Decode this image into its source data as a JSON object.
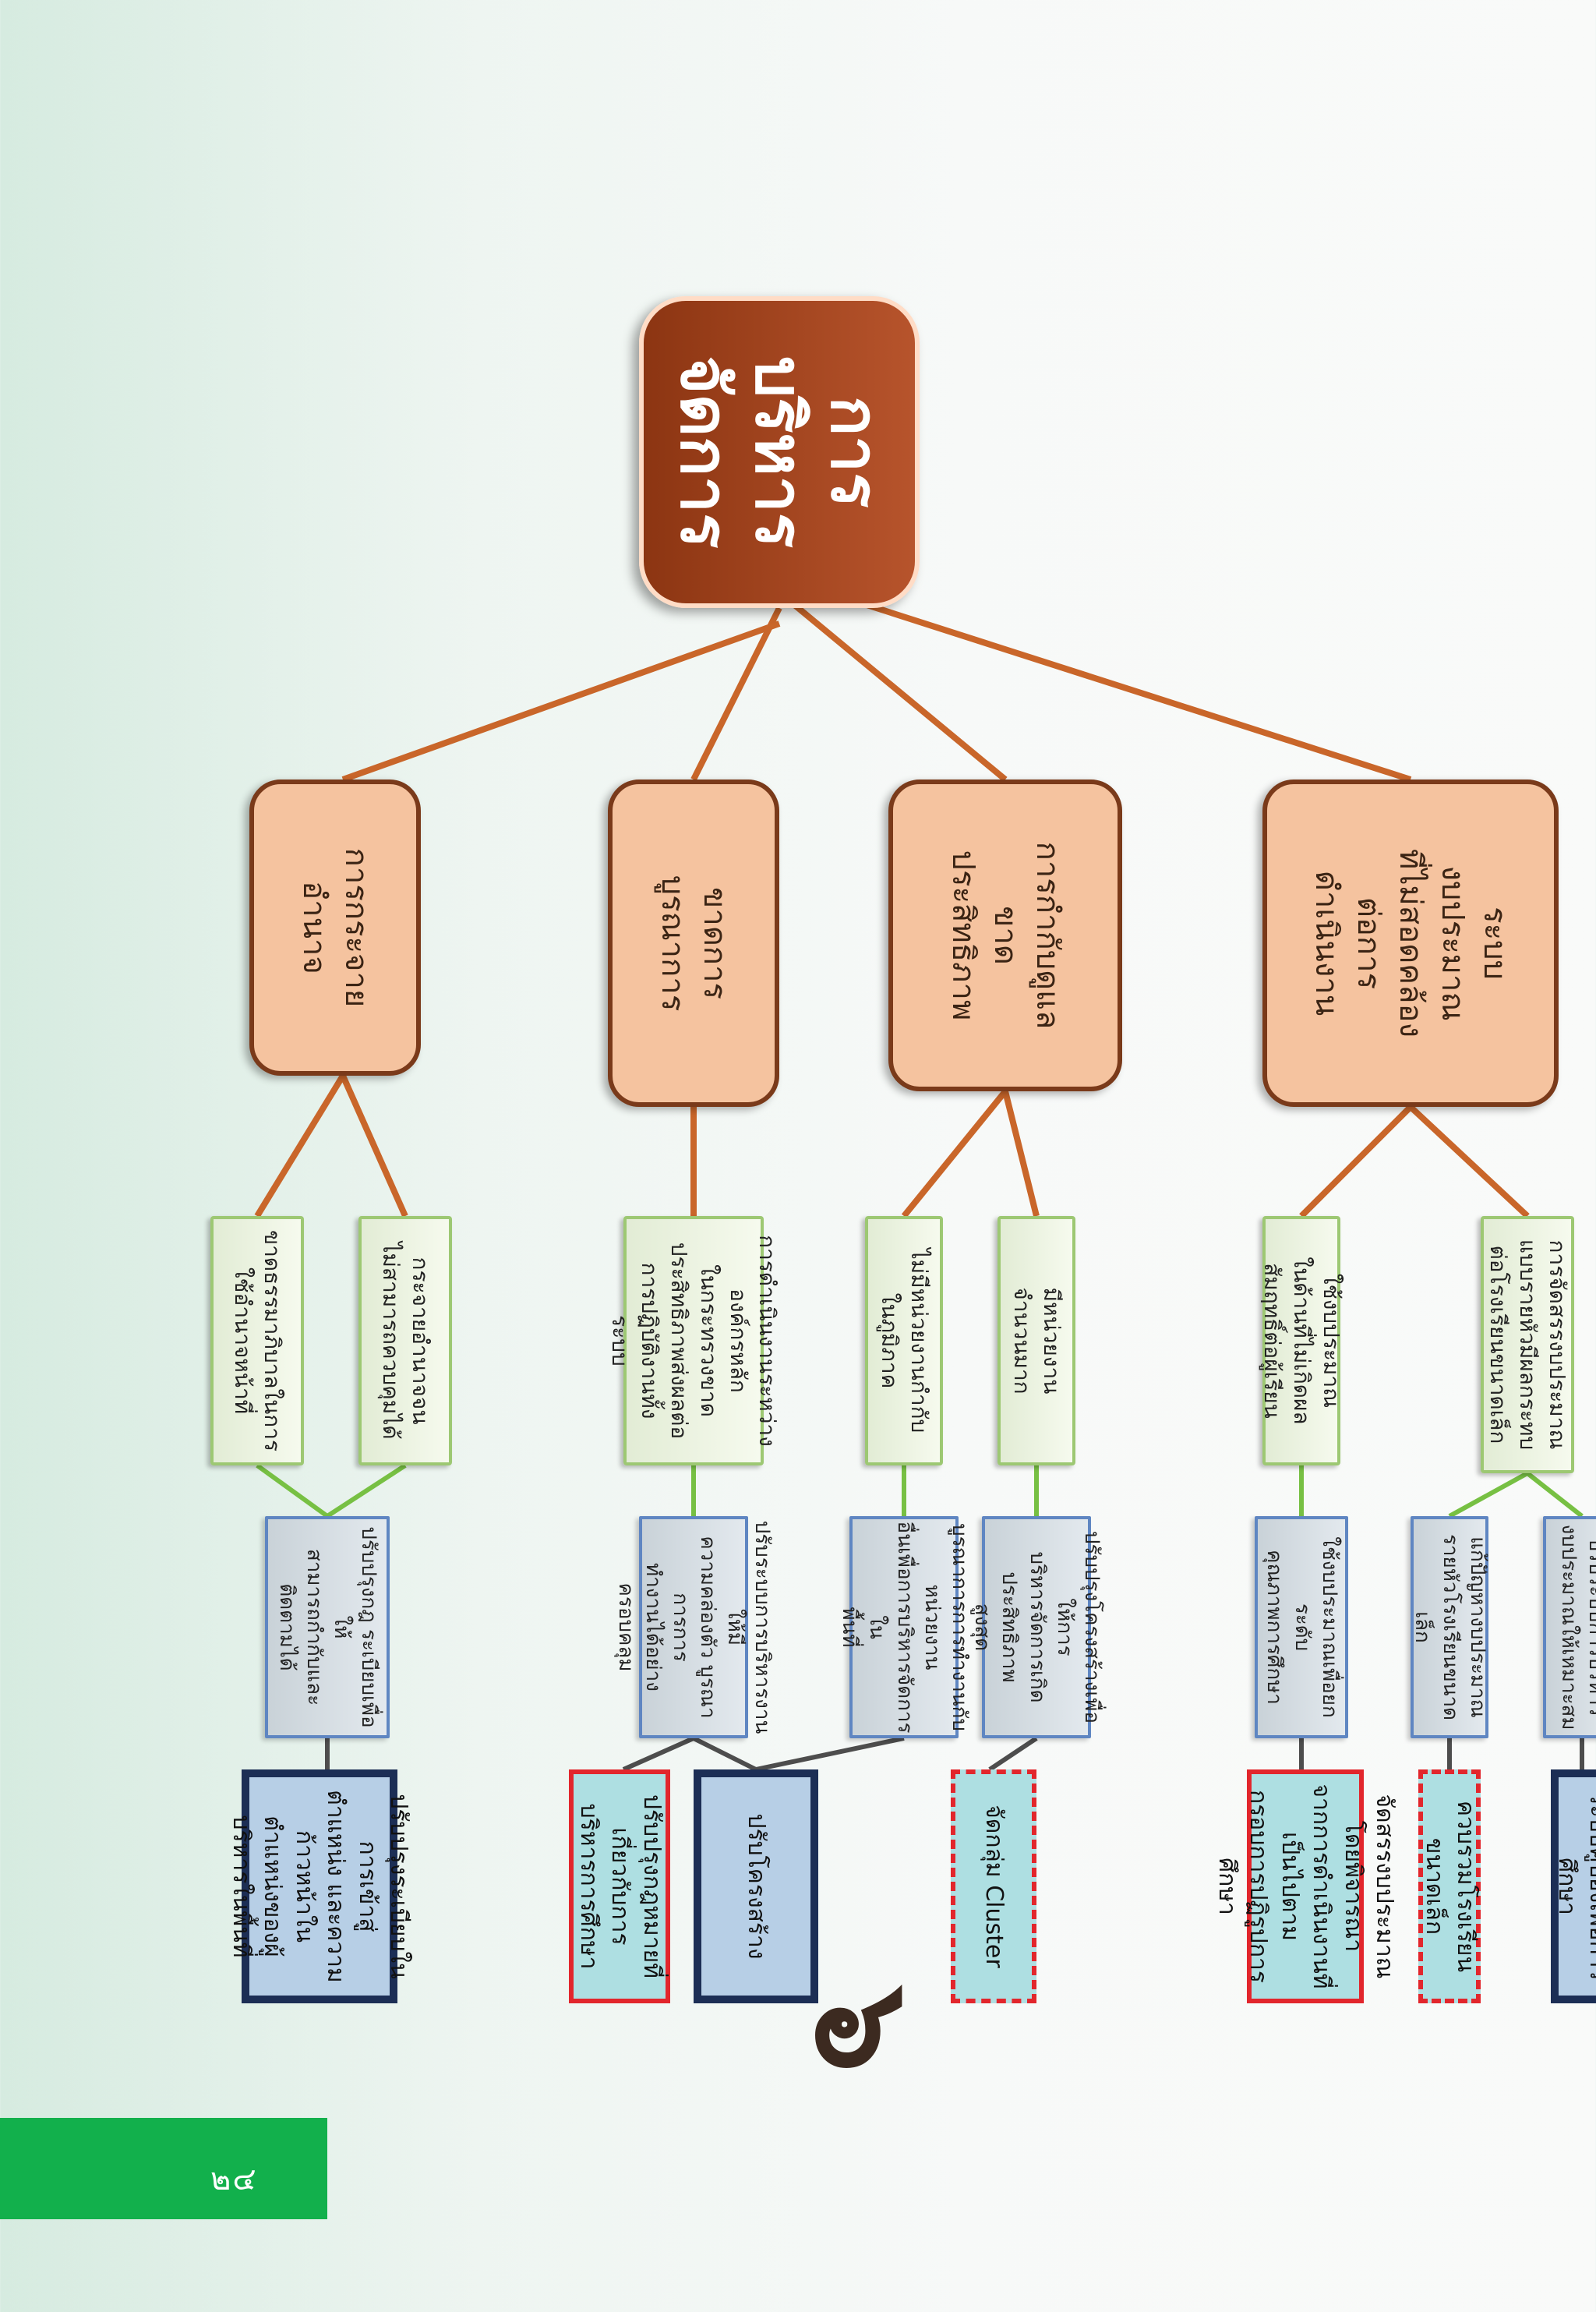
{
  "colors": {
    "root_fill": "#9a3e16",
    "level1_fill": "#f5c39f",
    "level1_border": "#7a3a1a",
    "level2_border": "#9dc873",
    "level3_border": "#5f86c2",
    "solution_navy_border": "#1c2e55",
    "solution_red_border": "#e2262c",
    "connector_orange": "#c9662a",
    "connector_green": "#77c043",
    "connector_dark": "#4d4d4d",
    "page_tab": "#12b04c"
  },
  "section_number": "๖",
  "page_number": "๒๔",
  "root": {
    "label": "การ\nบริหาร\nจัดการ"
  },
  "problems": [
    {
      "label": "ระบบ\nงบประมาณ\nที่ไม่สอดคล้อง\nต่อการ\nดำเนินงาน"
    },
    {
      "label": "การกำกับดูแล\nขาด\nประสิทธิภาพ"
    },
    {
      "label": "ขาดการ\nบูรณาการ"
    },
    {
      "label": "การกระจาย\nอำนาจ"
    }
  ],
  "causes": [
    {
      "label": "การจัดสรรงบประมาณ\nแบบรายหัวมีผลกระทบ\nต่อโรงเรียนขนาดเล็ก"
    },
    {
      "label": "ใช้งบประมาณ\nในด้านที่ไม่เกิดผล\nสัมฤทธิ์ต่อผู้เรียน"
    },
    {
      "label": "มีหน่วยงาน\nจำนวนมาก"
    },
    {
      "label": "ไม่มีหน่วยงานกำกับ\nในภูมิภาค"
    },
    {
      "label": "การดำเนินงานระหว่าง\nองค์กรหลัก\nในกระทรวงขาด\nประสิทธิภาพส่งผลต่อ\nการปฏิบัติงานทั้ง\nระบบ"
    },
    {
      "label": "กระจายอำนาจจน\nไม่สามารถควบคุมได้"
    },
    {
      "label": "ขาดธรรมาภิบาลในการ\nใช้อำนาจหน้าที่"
    }
  ],
  "measures": [
    {
      "label": "ปรับระบบการบริหาร\nงบประมาณให้เหมาะสม"
    },
    {
      "label": "แก้ปัญหางบประมาณ\nรายหัวโรงเรียนขนาดเล็ก"
    },
    {
      "label": "ใช้งบประมาณเพื่อยกระดับ\nคุณภาพการศึกษา"
    },
    {
      "label": "ปรับปรุงโครงสร้างเพื่อให้การ\nบริหารจัดการเกิดประสิทธิภาพ\nสูงสุด"
    },
    {
      "label": "บูรณาการการทำงานกับหน่วยงาน\nอื่นเพื่อการบริหารจัดการใน\nพื้นที่"
    },
    {
      "label": "ปรับระบบการบริหารงานให้มี\nความคล่องตัว บูรณาการการ\nทำงานได้อย่างครอบคลุม"
    },
    {
      "label": "ปรับปรุงกฎ ระเบียบเพื่อให้\nสามารถกำกับและติดตามได้"
    }
  ],
  "solutions": [
    {
      "label": "ระบบคูปองเพื่อการศึกษา",
      "style": "navy"
    },
    {
      "label": "ควบรวมโรงเรียนขนาดเล็ก",
      "style": "red-dash"
    },
    {
      "label": "จัดสรรงบประมาณโดยพิจารณา\nจากการดำเนินงานที่เป็นไปตาม\nกรอบการปฏิรูปการศึกษา",
      "style": "red-solid"
    },
    {
      "label": "จัดกลุ่ม Cluster",
      "style": "red-dash"
    },
    {
      "label": "ปรับโครงสร้าง",
      "style": "navy"
    },
    {
      "label": "ปรับปรุงกฎหมายที่เกี่ยวกับการ\nบริหารการศึกษา",
      "style": "red-solid"
    },
    {
      "label": "ปรับปรุงระเบียบในการเข้าสู่\nตำแหน่ง และความก้าวหน้าใน\nตำแหน่งของผู้บริหารในพื้นที่",
      "style": "navy"
    }
  ]
}
